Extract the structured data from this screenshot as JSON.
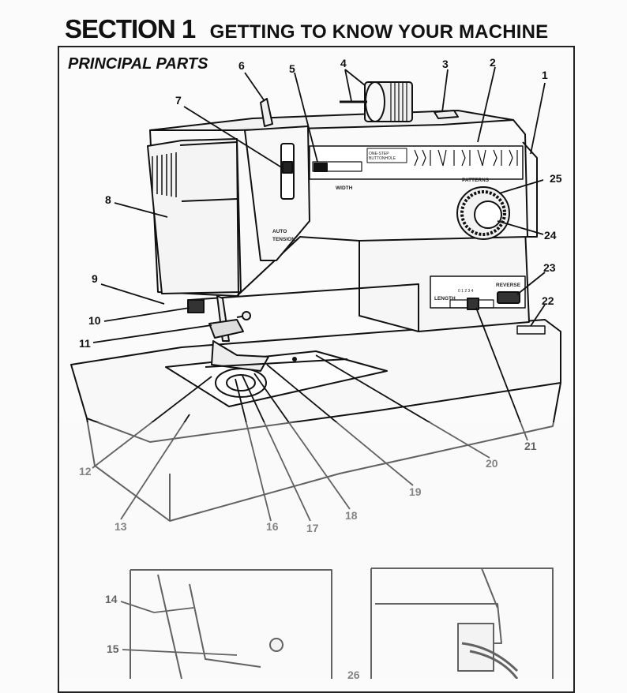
{
  "header": {
    "section": "SECTION 1",
    "title": "GETTING TO KNOW YOUR MACHINE"
  },
  "subtitle": "PRINCIPAL PARTS",
  "machine_labels": {
    "auto": "AUTO",
    "tension": "TENSION",
    "width": "WIDTH",
    "patterns": "PATTERNS",
    "one_step": "ONE-STEP",
    "buttonhole": "BUTTONHOLE",
    "length": "LENGTH",
    "reverse": "REVERSE",
    "length_scale": "0 1 2 3 4"
  },
  "callouts": [
    "1",
    "2",
    "3",
    "4",
    "5",
    "6",
    "7",
    "8",
    "9",
    "10",
    "11",
    "12",
    "13",
    "14",
    "15",
    "16",
    "17",
    "18",
    "19",
    "20",
    "21",
    "22",
    "23",
    "24",
    "25",
    "26"
  ]
}
